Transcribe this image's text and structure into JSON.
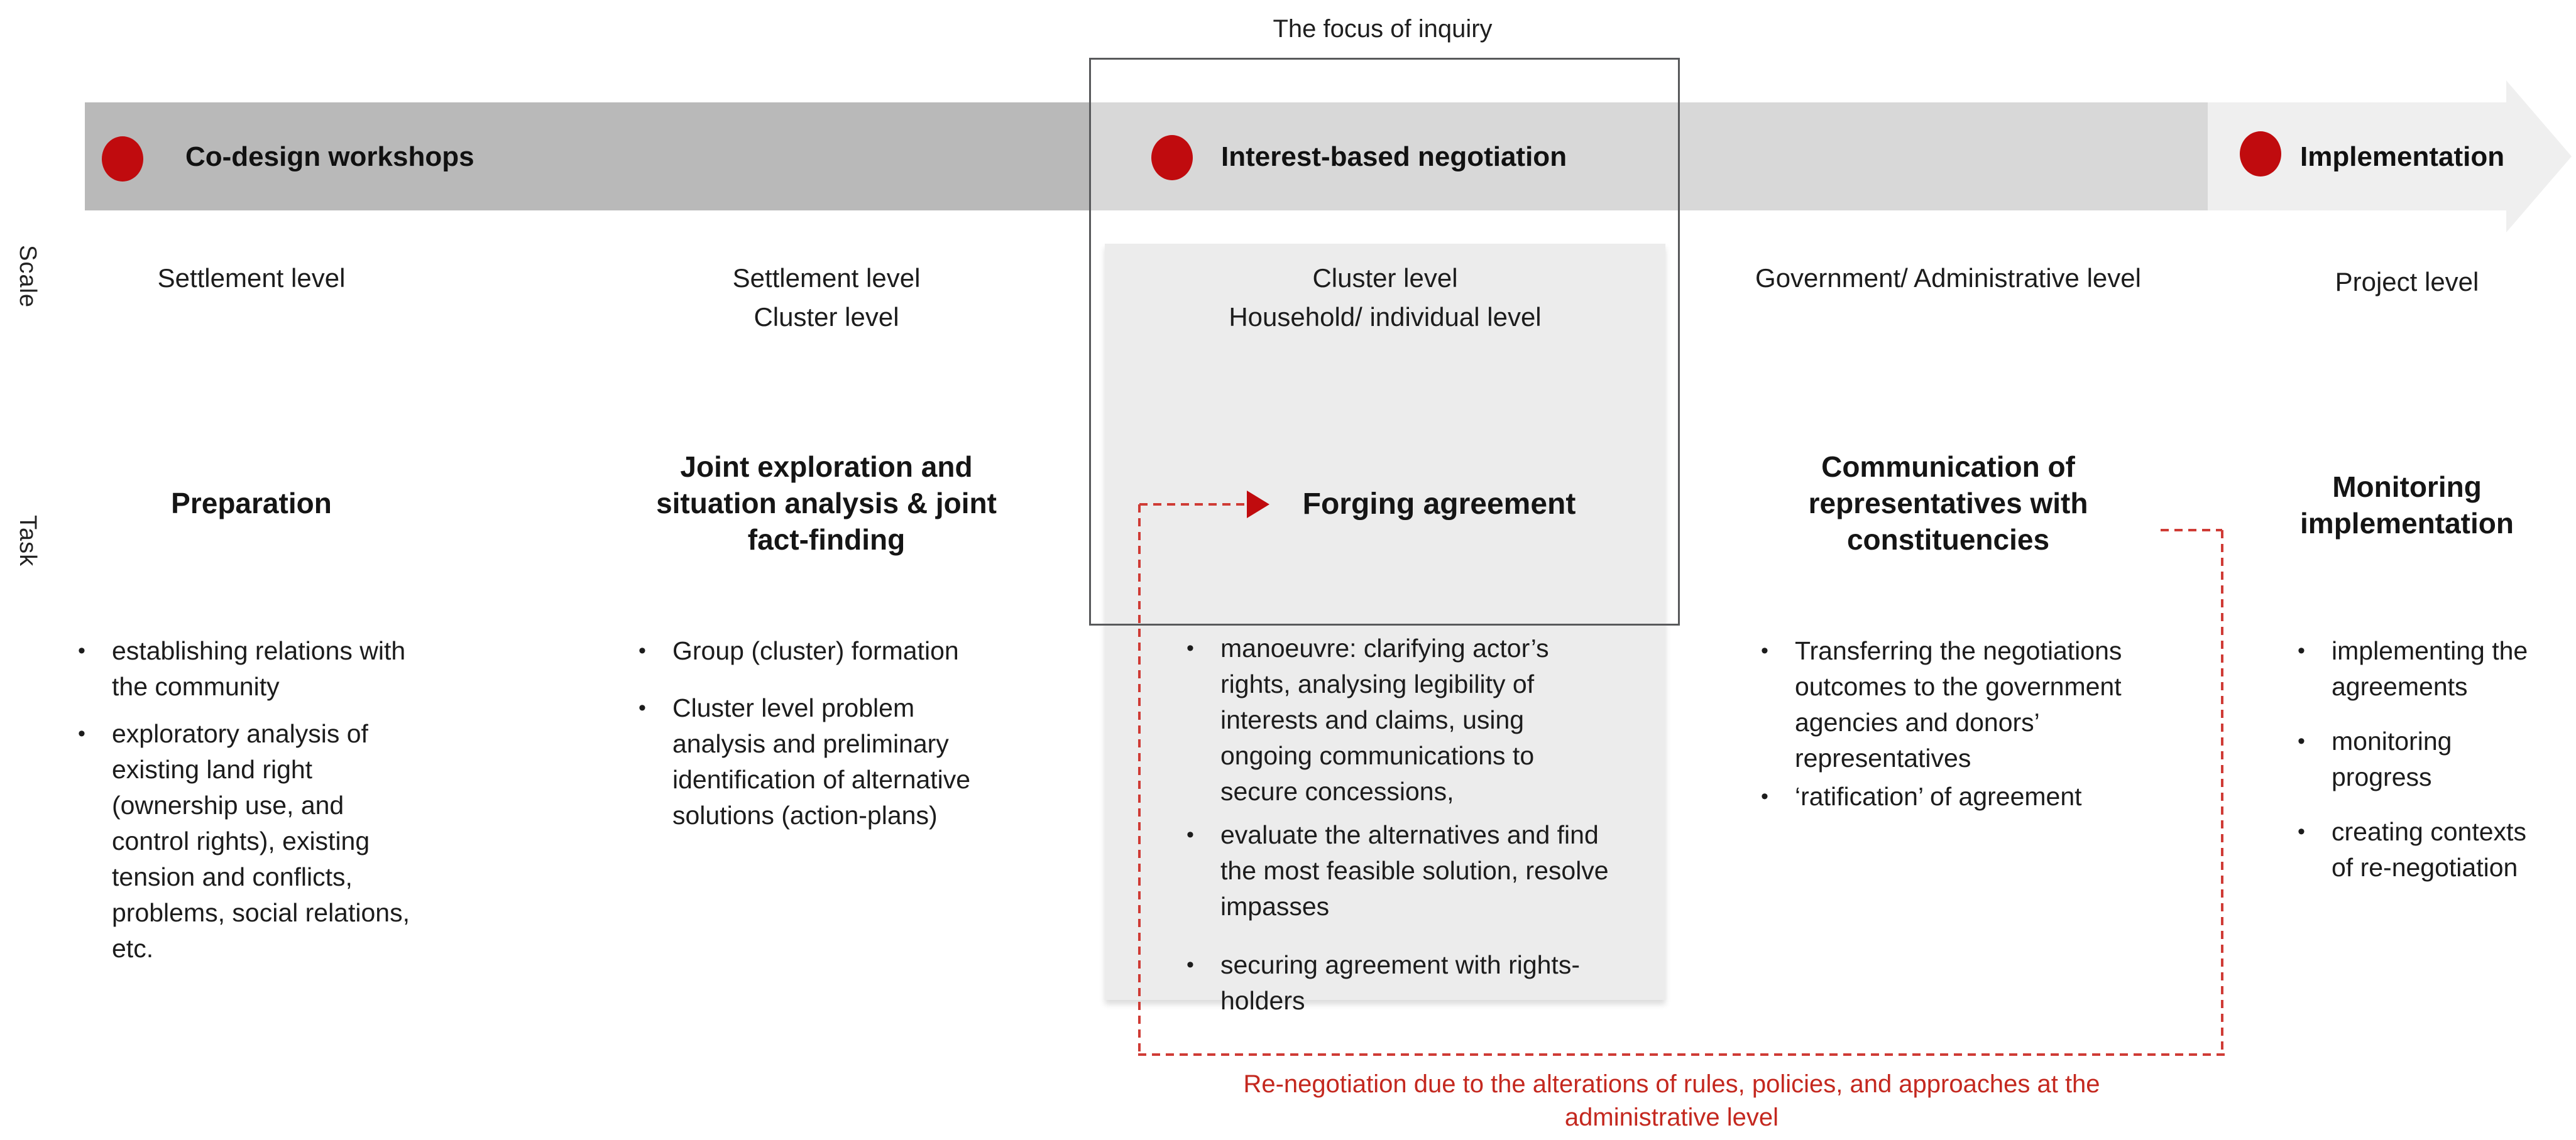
{
  "title": "The focus of inquiry",
  "axis_labels": {
    "scale": "Scale",
    "task": "Task"
  },
  "icons": {
    "bullet": "•"
  },
  "colors": {
    "phase1_fill": "#b9b9b9",
    "phase2_fill": "#d8d8d8",
    "phase3_fill": "#efefef",
    "panel_fill": "#ececec",
    "marker_red": "#c00b0e",
    "dash_red": "#cf3b35",
    "note_red": "#c4281f",
    "focus_border": "#58595b",
    "text": "#1c1c1c"
  },
  "phases": [
    {
      "label": "Co-design workshops"
    },
    {
      "label": "Interest-based negotiation"
    },
    {
      "label": "Implementation"
    }
  ],
  "columns": [
    {
      "scale_lines": [
        "Settlement level"
      ],
      "task_lines": [
        "Preparation"
      ],
      "bullets": [
        "establishing relations with the community",
        "exploratory analysis of existing land right (ownership use, and control rights), existing tension and conflicts, problems, social relations, etc."
      ]
    },
    {
      "scale_lines": [
        "Settlement level",
        "Cluster level"
      ],
      "task_lines": [
        "Joint exploration and",
        "situation analysis & joint",
        "fact-finding"
      ],
      "bullets": [
        "Group (cluster) formation",
        "Cluster level problem analysis and preliminary identification of alternative solutions (action-plans)"
      ]
    },
    {
      "scale_lines": [
        "Cluster level",
        "Household/ individual level"
      ],
      "task_lines": [
        "Forging agreement"
      ],
      "bullets": [
        "manoeuvre: clarifying actor’s rights, analysing legibility of interests and claims, using ongoing communications to secure concessions,",
        "evaluate the alternatives and find the most feasible solution, resolve impasses",
        "securing agreement with rights-holders"
      ]
    },
    {
      "scale_lines": [
        "Government/ Administrative level"
      ],
      "task_lines": [
        "Communication of",
        "representatives with",
        "constituencies"
      ],
      "bullets": [
        "Transferring the negotiations outcomes to the government agencies and donors’ representatives",
        "‘ratification’ of agreement"
      ]
    },
    {
      "scale_lines": [
        "Project level"
      ],
      "task_lines": [
        "Monitoring",
        "implementation"
      ],
      "bullets": [
        "implementing the agreements",
        "monitoring progress",
        "creating contexts of re-negotiation"
      ]
    }
  ],
  "renegotiation_note_lines": [
    "Re-negotiation due to the alterations of rules, policies, and approaches at the",
    "administrative level"
  ]
}
